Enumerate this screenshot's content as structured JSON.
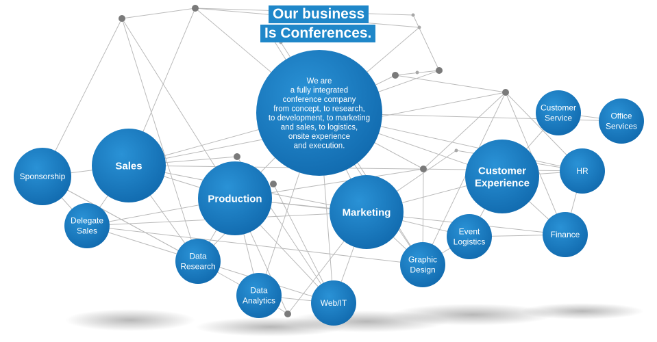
{
  "title": {
    "line1": "Our business",
    "line2": "Is Conferences."
  },
  "colors": {
    "node": "#1a7cc0",
    "node_dark": "#0f5f9c",
    "title_bg": "#1f87c9",
    "line": "#b9b9b9",
    "dot": "#7a7a7a"
  },
  "nodes": [
    {
      "id": "about",
      "lines": [
        "We are",
        "a fully integrated",
        "conference company",
        "from concept, to research,",
        "to development, to marketing",
        "and sales, to logistics,",
        "onsite experience",
        "and execution."
      ],
      "bold": false
    },
    {
      "id": "sales",
      "lines": [
        "Sales"
      ],
      "bold": true
    },
    {
      "id": "production",
      "lines": [
        "Production"
      ],
      "bold": true
    },
    {
      "id": "marketing",
      "lines": [
        "Marketing"
      ],
      "bold": true
    },
    {
      "id": "customer-experience",
      "lines": [
        "Customer",
        "Experience"
      ],
      "bold": true
    },
    {
      "id": "sponsorship",
      "lines": [
        "Sponsorship"
      ],
      "bold": false
    },
    {
      "id": "delegate-sales",
      "lines": [
        "Delegate",
        "Sales"
      ],
      "bold": false
    },
    {
      "id": "data-research",
      "lines": [
        "Data",
        "Research"
      ],
      "bold": false
    },
    {
      "id": "data-analytics",
      "lines": [
        "Data",
        "Analytics"
      ],
      "bold": false
    },
    {
      "id": "web-it",
      "lines": [
        "Web/IT"
      ],
      "bold": false
    },
    {
      "id": "graphic-design",
      "lines": [
        "Graphic",
        "Design"
      ],
      "bold": false
    },
    {
      "id": "event-logistics",
      "lines": [
        "Event",
        "Logistics"
      ],
      "bold": false
    },
    {
      "id": "finance",
      "lines": [
        "Finance"
      ],
      "bold": false
    },
    {
      "id": "hr",
      "lines": [
        "HR"
      ],
      "bold": false
    },
    {
      "id": "customer-service",
      "lines": [
        "Customer",
        "Service"
      ],
      "bold": false
    },
    {
      "id": "office-services",
      "lines": [
        "Office",
        "Services"
      ],
      "bold": false
    }
  ]
}
